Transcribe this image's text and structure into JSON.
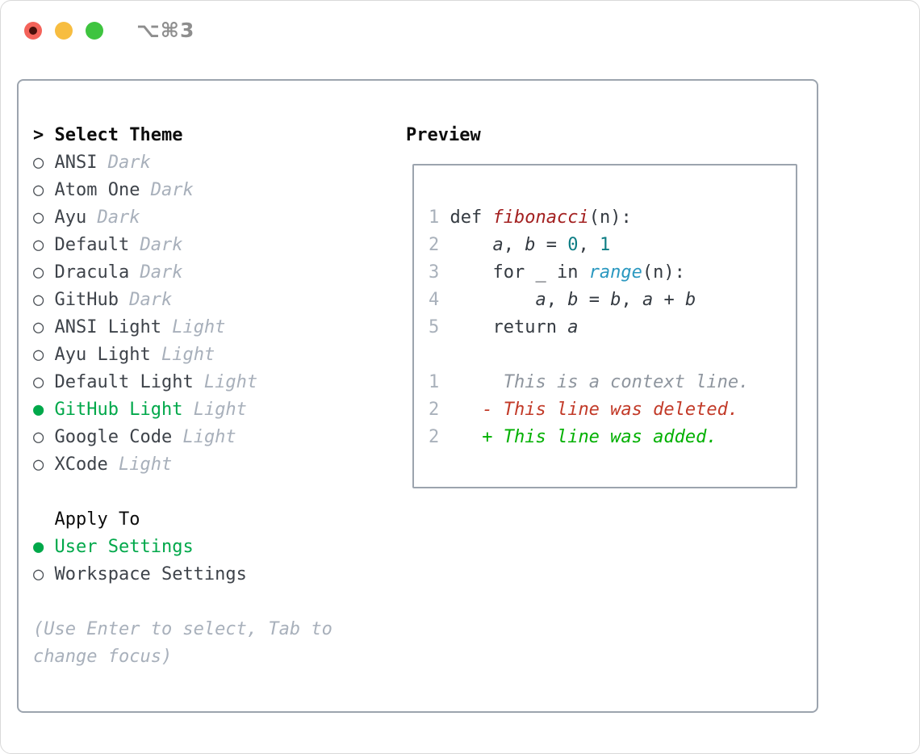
{
  "titlebar": {
    "shortcut": "⌥⌘3",
    "buttons": [
      "close",
      "minimize",
      "zoom"
    ]
  },
  "theme_list": {
    "header_marker": ">",
    "header": "Select Theme",
    "items": [
      {
        "name": "ANSI",
        "variant": "Dark",
        "selected": false
      },
      {
        "name": "Atom One",
        "variant": "Dark",
        "selected": false
      },
      {
        "name": "Ayu",
        "variant": "Dark",
        "selected": false
      },
      {
        "name": "Default",
        "variant": "Dark",
        "selected": false
      },
      {
        "name": "Dracula",
        "variant": "Dark",
        "selected": false
      },
      {
        "name": "GitHub",
        "variant": "Dark",
        "selected": false
      },
      {
        "name": "ANSI Light",
        "variant": "Light",
        "selected": false
      },
      {
        "name": "Ayu Light",
        "variant": "Light",
        "selected": false
      },
      {
        "name": "Default Light",
        "variant": "Light",
        "selected": false
      },
      {
        "name": "GitHub Light",
        "variant": "Light",
        "selected": true
      },
      {
        "name": "Google Code",
        "variant": "Light",
        "selected": false
      },
      {
        "name": "XCode",
        "variant": "Light",
        "selected": false
      }
    ]
  },
  "apply_to": {
    "header": "Apply To",
    "options": [
      {
        "label": "User Settings",
        "selected": true
      },
      {
        "label": "Workspace Settings",
        "selected": false
      }
    ]
  },
  "help_text": [
    "(Use Enter to select, Tab to",
    "change focus)"
  ],
  "preview": {
    "title": "Preview",
    "lines": [
      {
        "name": "code-line-1",
        "segments": [
          {
            "t": "1",
            "c": "lnum"
          },
          {
            "t": " def ",
            "c": "pl"
          },
          {
            "t": "fibonacci",
            "c": "fn"
          },
          {
            "t": "(n):",
            "c": "pl"
          }
        ]
      },
      {
        "name": "code-line-2",
        "segments": [
          {
            "t": "2",
            "c": "lnum"
          },
          {
            "t": "     ",
            "c": "pl"
          },
          {
            "t": "a",
            "c": "var"
          },
          {
            "t": ", ",
            "c": "pl"
          },
          {
            "t": "b",
            "c": "var"
          },
          {
            "t": " = ",
            "c": "pl"
          },
          {
            "t": "0",
            "c": "num"
          },
          {
            "t": ", ",
            "c": "pl"
          },
          {
            "t": "1",
            "c": "num"
          }
        ]
      },
      {
        "name": "code-line-3",
        "segments": [
          {
            "t": "3",
            "c": "lnum"
          },
          {
            "t": "     for _ in ",
            "c": "pl"
          },
          {
            "t": "range",
            "c": "call"
          },
          {
            "t": "(n):",
            "c": "pl"
          }
        ]
      },
      {
        "name": "code-line-4",
        "segments": [
          {
            "t": "4",
            "c": "lnum"
          },
          {
            "t": "         ",
            "c": "pl"
          },
          {
            "t": "a",
            "c": "var"
          },
          {
            "t": ", ",
            "c": "pl"
          },
          {
            "t": "b",
            "c": "var"
          },
          {
            "t": " = ",
            "c": "pl"
          },
          {
            "t": "b",
            "c": "var"
          },
          {
            "t": ", ",
            "c": "pl"
          },
          {
            "t": "a",
            "c": "var"
          },
          {
            "t": " + ",
            "c": "pl"
          },
          {
            "t": "b",
            "c": "var"
          }
        ]
      },
      {
        "name": "code-line-5",
        "segments": [
          {
            "t": "5",
            "c": "lnum"
          },
          {
            "t": "     return ",
            "c": "pl"
          },
          {
            "t": "a",
            "c": "var"
          }
        ]
      },
      {
        "name": "blank-line",
        "segments": []
      },
      {
        "name": "diff-context-line",
        "segments": [
          {
            "t": "1",
            "c": "lnum"
          },
          {
            "t": "      ",
            "c": "pl"
          },
          {
            "t": "This is a context line.",
            "c": "ctx"
          }
        ]
      },
      {
        "name": "diff-deleted-line",
        "segments": [
          {
            "t": "2",
            "c": "lnum"
          },
          {
            "t": "    ",
            "c": "pl"
          },
          {
            "t": "- This line was deleted.",
            "c": "del"
          }
        ]
      },
      {
        "name": "diff-added-line",
        "segments": [
          {
            "t": "2",
            "c": "lnum"
          },
          {
            "t": "    ",
            "c": "pl"
          },
          {
            "t": "+ This line was added.",
            "c": "add"
          }
        ]
      }
    ]
  },
  "colors": {
    "accent_green": "#00a84a",
    "muted_gray": "#a8b0bb",
    "text_dark": "#3e434a",
    "panel_border": "#9ca4ae",
    "syntax_function_red": "#a32020",
    "syntax_call_blue": "#2a98c0",
    "syntax_number_teal": "#0d7d84",
    "diff_deleted_red": "#c23a28",
    "diff_added_green": "#00b000",
    "traffic_red": "#f4635a",
    "traffic_yellow": "#f7bd40",
    "traffic_green": "#3ec43f"
  }
}
